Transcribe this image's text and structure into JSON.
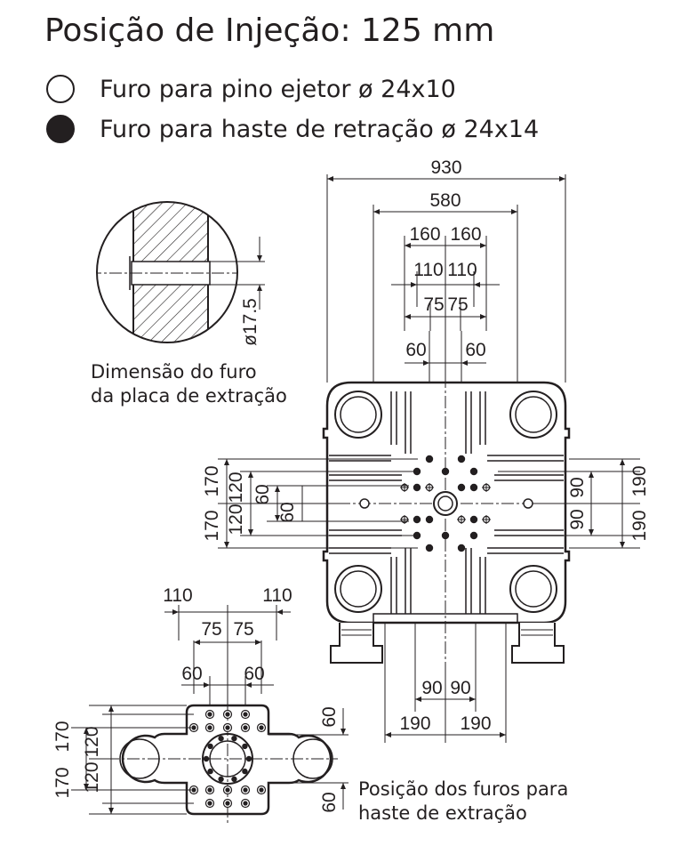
{
  "title": "Posição de Injeção: 125 mm",
  "legend": [
    {
      "label": "Furo para pino ejetor ø 24x10",
      "icon": "open-circle-icon"
    },
    {
      "label": "Furo para haste de retração ø 24x14",
      "icon": "filled-circle-icon"
    }
  ],
  "detail": {
    "caption_line1": "Dimensão do furo",
    "caption_line2": "da placa de extração",
    "dim": "ø17.5"
  },
  "main": {
    "top_dims": [
      "930",
      "580",
      "160",
      "160",
      "110",
      "110",
      "75",
      "75",
      "60",
      "60"
    ],
    "left_dims": [
      "170",
      "170",
      "120",
      "120",
      "60",
      "60"
    ],
    "right_dims": [
      "90",
      "90",
      "190",
      "190"
    ],
    "bottom_dims": [
      "90",
      "90",
      "190",
      "190"
    ]
  },
  "small": {
    "caption_line1": "Posição dos furos para",
    "caption_line2": "haste de extração",
    "top_dims": [
      "110",
      "110",
      "75",
      "75",
      "60",
      "60"
    ],
    "left_dims": [
      "170",
      "170",
      "120",
      "120"
    ],
    "right_dims": [
      "60",
      "60"
    ]
  }
}
